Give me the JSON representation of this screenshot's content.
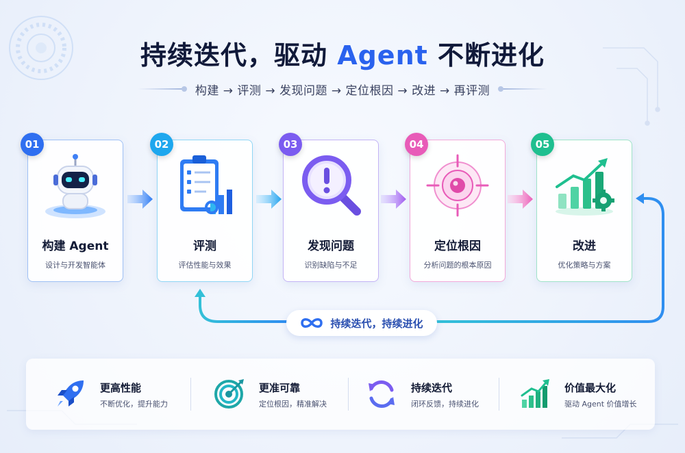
{
  "header": {
    "title_prefix": "持续迭代，驱动 ",
    "title_accent": "Agent",
    "title_suffix": " 不断进化",
    "subtitle": "构建 → 评测 → 发现问题 → 定位根因 → 改进 → 再评测"
  },
  "steps": [
    {
      "num": "01",
      "title": "构建 Agent",
      "desc": "设计与开发智能体",
      "color": "#2f6ff0",
      "icon": "robot-icon"
    },
    {
      "num": "02",
      "title": "评测",
      "desc": "评估性能与效果",
      "color": "#1ea7ee",
      "icon": "clipboard-chart-icon"
    },
    {
      "num": "03",
      "title": "发现问题",
      "desc": "识别缺陷与不足",
      "color": "#7b5cf0",
      "icon": "magnifier-alert-icon"
    },
    {
      "num": "04",
      "title": "定位根因",
      "desc": "分析问题的根本原因",
      "color": "#e85bb8",
      "icon": "target-icon"
    },
    {
      "num": "05",
      "title": "改进",
      "desc": "优化策略与方案",
      "color": "#1fbf8f",
      "icon": "growth-gear-icon"
    }
  ],
  "loop": {
    "label": "持续迭代，持续进化",
    "icon": "infinity-icon"
  },
  "benefits": [
    {
      "title": "更高性能",
      "desc": "不断优化，提升能力",
      "icon": "rocket-icon"
    },
    {
      "title": "更准可靠",
      "desc": "定位根因，精准解决",
      "icon": "bullseye-icon"
    },
    {
      "title": "持续迭代",
      "desc": "闭环反馈，持续进化",
      "icon": "refresh-icon"
    },
    {
      "title": "价值最大化",
      "desc": "驱动 Agent 价值增长",
      "icon": "bar-growth-icon"
    }
  ]
}
